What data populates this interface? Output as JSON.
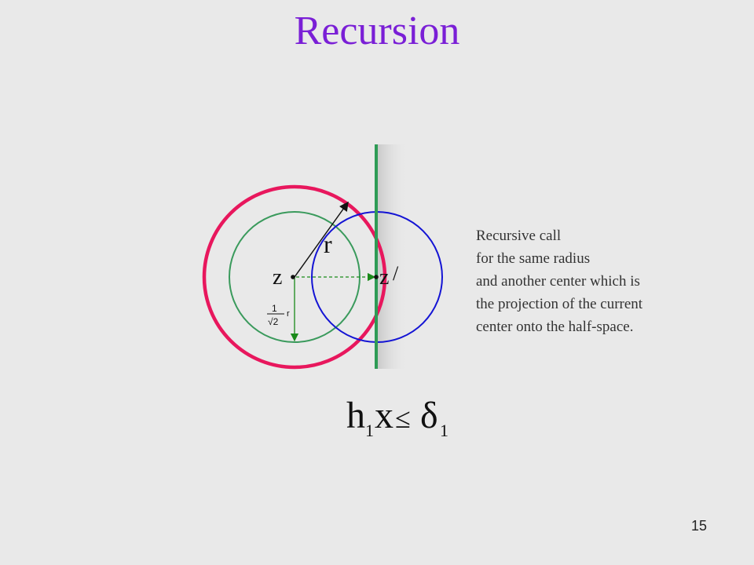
{
  "slide": {
    "title": "Recursion",
    "number": "15"
  },
  "diagram": {
    "labels": {
      "center": "z",
      "center_projected": "z",
      "prime_mark": "/",
      "radius": "r",
      "inner_radius_numerator": "1",
      "inner_radius_denominator": "√2",
      "inner_radius_r": "r"
    },
    "formula": {
      "h": "h",
      "h_subscript": "1",
      "x": "x",
      "leq": "≤",
      "delta": "δ",
      "delta_subscript": "1"
    },
    "colors": {
      "outer_circle": "#e8175d",
      "inner_circle": "#3a9a5c",
      "projected_circle": "#1414d4",
      "half_space_line": "#2e9b55",
      "projection_arrow": "#1a8a1a",
      "title": "#7a1fd6"
    }
  },
  "description": {
    "lines": [
      "Recursive call",
      "for the same radius",
      "and another center which is",
      "the projection of the current",
      "center onto the half-space."
    ]
  }
}
